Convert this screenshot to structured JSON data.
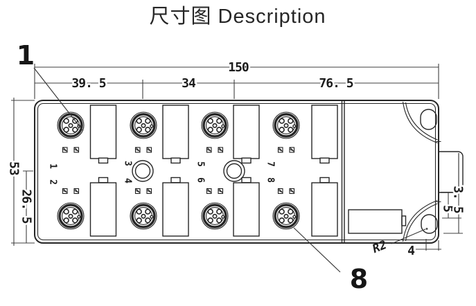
{
  "title": "尺寸图 Description",
  "drawing": {
    "callouts": {
      "first_port": "1",
      "last_port": "8"
    },
    "ports": {
      "p1": "1",
      "p2": "2",
      "p3": "3",
      "p4": "4",
      "p5": "5",
      "p6": "6",
      "p7": "7",
      "p8": "8"
    },
    "dimensions": {
      "overall_length": "150",
      "hole_offset_left": "39. 5",
      "hole_spacing": "34",
      "right_section": "76. 5",
      "overall_height": "53",
      "half_height": "26. 5",
      "side_upper": "5",
      "side_lower": "3. 5",
      "slot_offset": "4",
      "corner_radius": "R2"
    }
  },
  "colors": {
    "background": "#ffffff",
    "outline": "#262626",
    "dimension_line": "#3f3f3f",
    "text": "#1c1c1c"
  }
}
